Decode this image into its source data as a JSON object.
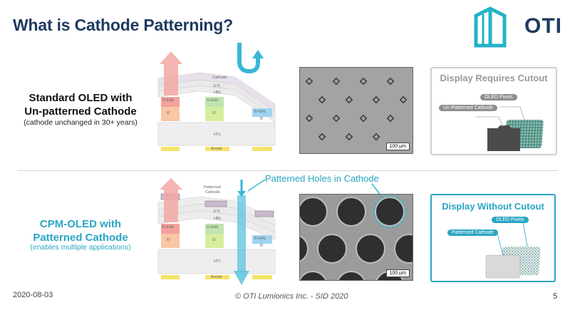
{
  "slide": {
    "title": "What is Cathode Patterning?",
    "logo_text": "OTI"
  },
  "colors": {
    "title": "#1f3a5f",
    "accent": "#2aa5c4",
    "red_layer": "#f3a19b",
    "green_layer": "#b6e0a8",
    "blue_layer": "#9fd3f0",
    "anode": "#f5e36a"
  },
  "standard": {
    "heading": "Standard OLED with\nUn-patterned Cathode",
    "heading_line1": "Standard OLED with",
    "heading_line2": "Un-patterned Cathode",
    "subtext": "(cathode unchanged in 30+ years)",
    "stack": {
      "cathode": "Cathode",
      "etl": "ETL",
      "hbl": "HBL",
      "eml_r": "R-EML",
      "eml_g": "G-EML",
      "eml_b": "B-EML",
      "hil_r": "R'",
      "hil_g": "G'",
      "hil_b": "B'",
      "htl": "HTL",
      "anode": "Anode"
    },
    "scale_bar": "100 µm",
    "panel": {
      "title": "Display Requires Cutout",
      "pill_pixels": "OLED Pixels",
      "pill_cathode": "Un-Patterned Cathode"
    }
  },
  "cpm": {
    "heading_line1": "CPM-OLED with",
    "heading_line2": "Patterned Cathode",
    "subtext": "(enables multiple applications)",
    "stack": {
      "patterned_cathode_line1": "Patterned",
      "patterned_cathode_line2": "Cathode",
      "etl": "ETL",
      "hbl": "HBL",
      "eml_r": "R-EML",
      "eml_g": "G-EML",
      "eml_b": "B-EML",
      "hil_r": "R'",
      "hil_g": "G'",
      "hil_b": "B'",
      "htl": "HTL",
      "anode": "Anode"
    },
    "holes_label": "Patterned Holes in Cathode",
    "scale_bar": "100 µm",
    "panel": {
      "title": "Display Without Cutout",
      "pill_pixels": "OLED Pixels",
      "pill_cathode": "Patterned Cathode"
    }
  },
  "footer": {
    "date": "2020-08-03",
    "copyright": "© OTI Lumionics Inc. - SID 2020",
    "page": "5"
  }
}
